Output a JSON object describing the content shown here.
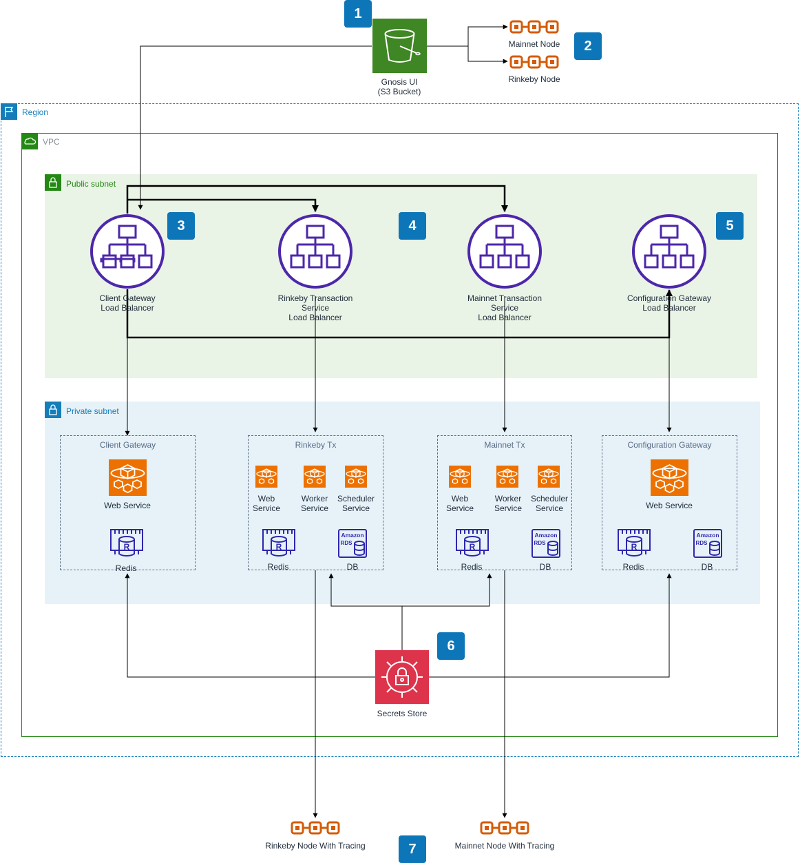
{
  "groups": {
    "region": "Region",
    "vpc": "VPC",
    "public_subnet": "Public subnet",
    "private_subnet": "Private subnet"
  },
  "top": {
    "s3_label": "Gnosis UI\n(S3 Bucket)",
    "mainnet_node": "Mainnet Node",
    "rinkeby_node": "Rinkeby Node"
  },
  "load_balancers": [
    {
      "label": "Client Gateway\nLoad Balancer"
    },
    {
      "label": "Rinkeby Transaction\nService\nLoad Balancer"
    },
    {
      "label": "Mainnet Transaction\nService\nLoad Balancer"
    },
    {
      "label": "Configuration Gateway\nLoad Balancer"
    }
  ],
  "services": [
    {
      "title": "Client Gateway",
      "web": "Web Service",
      "redis": "Redis"
    },
    {
      "title": "Rinkeby Tx",
      "web": "Web\nService",
      "worker": "Worker\nService",
      "scheduler": "Scheduler\nService",
      "redis": "Redis",
      "db": "DB"
    },
    {
      "title": "Mainnet Tx",
      "web": "Web\nService",
      "worker": "Worker\nService",
      "scheduler": "Scheduler\nService",
      "redis": "Redis",
      "db": "DB"
    },
    {
      "title": "Configuration Gateway",
      "web": "Web Service",
      "redis": "Redis",
      "db": "DB"
    }
  ],
  "secrets": {
    "label": "Secrets Store"
  },
  "bottom": {
    "rinkeby_tracing": "Rinkeby Node With Tracing",
    "mainnet_tracing": "Mainnet Node With Tracing"
  },
  "badges": [
    "1",
    "2",
    "3",
    "4",
    "5",
    "6",
    "7"
  ],
  "colors": {
    "s3": "#3f8624",
    "node": "#d45b07",
    "elb": "#4d27aa",
    "fargate": "#ed7100",
    "secrets": "#dd344c",
    "badge": "#0c76b8",
    "region": "#147eba",
    "vpc": "#248814"
  }
}
